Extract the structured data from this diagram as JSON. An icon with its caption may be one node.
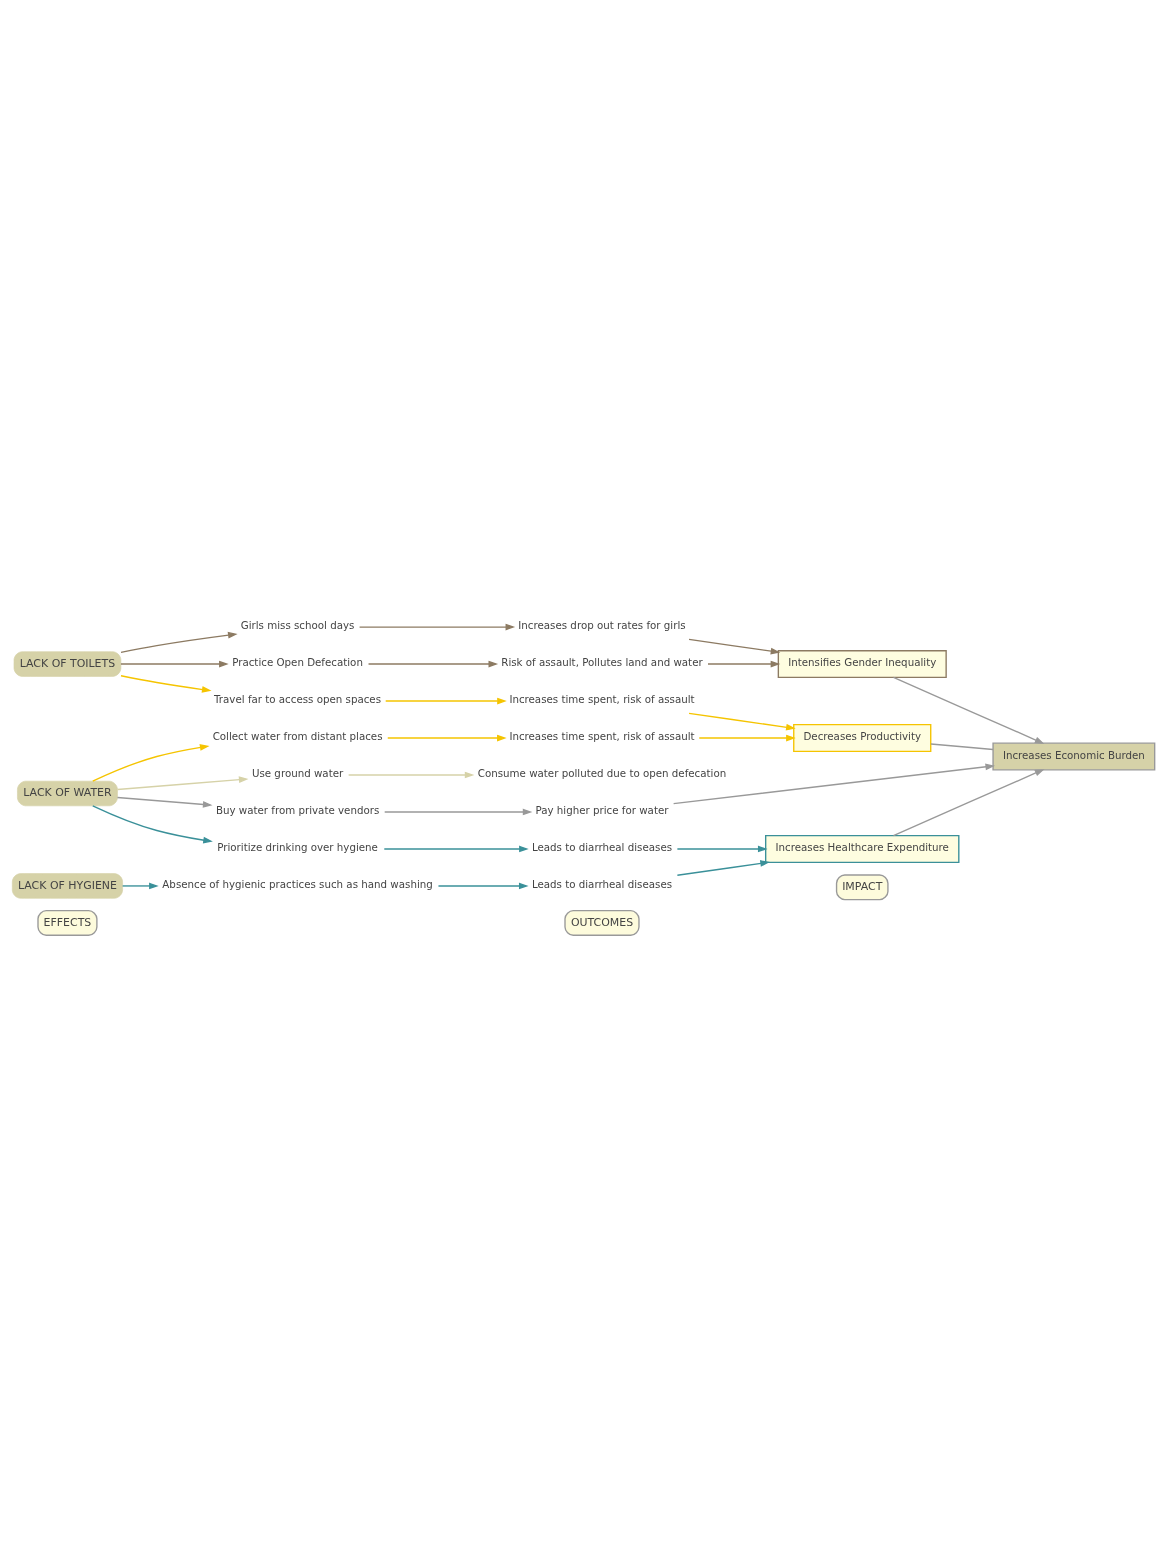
{
  "diagram": {
    "nodes": [
      {
        "text": [
          "EFFECTS"
        ]
      },
      {
        "text": [
          "OUTCOMES"
        ]
      },
      {
        "text": [
          "IMPACT"
        ]
      },
      {
        "text": [
          "LACK OF TOILETS"
        ]
      },
      {
        "text": [
          "LACK OF WATER"
        ]
      },
      {
        "text": [
          "LACK OF HYGIENE"
        ]
      },
      {
        "text": [
          "Practice Open Defecation"
        ]
      },
      {
        "text": [
          "Travel far to access open spaces"
        ]
      },
      {
        "text": [
          "Girls miss school days"
        ]
      },
      {
        "text": [
          "Prioritize drinking over hygiene"
        ]
      },
      {
        "text": [
          "Use ground water"
        ]
      },
      {
        "text": [
          "Buy water from private vendors"
        ]
      },
      {
        "text": [
          "Collect water from distant places"
        ]
      },
      {
        "text": [
          "Absence of hygienic practices such as hand washing"
        ]
      },
      {
        "text": [
          "Risk of assault, Pollutes land and water"
        ]
      },
      {
        "text": [
          "Increases time spent, risk of assault"
        ]
      },
      {
        "text": [
          "Increases drop out rates for girls"
        ]
      },
      {
        "text": [
          "Leads to diarrheal diseases"
        ]
      },
      {
        "text": [
          "Consume water polluted due to open defecation"
        ]
      },
      {
        "text": [
          "Pay higher price for water"
        ]
      },
      {
        "text": [
          "Increases time spent, risk of assault"
        ]
      },
      {
        "text": [
          "Leads to diarrheal diseases"
        ]
      },
      {
        "text": [
          "Intensifies Gender Inequality"
        ]
      },
      {
        "text": [
          "Decreases Productivity"
        ]
      },
      {
        "text": [
          "Increases Healthcare Expenditure"
        ]
      },
      {
        "text": [
          "Increases Economic Burden"
        ]
      }
    ],
    "edges": [
      {
        "from": 3,
        "to": 6,
        "arrow": "to",
        "color": "#8c7a62"
      },
      {
        "from": 3,
        "to": 7,
        "arrow": "to",
        "color": "#f5c400"
      },
      {
        "from": 3,
        "to": 8,
        "arrow": "to",
        "color": "#8c7a62"
      },
      {
        "from": 4,
        "to": 9,
        "arrow": "to",
        "color": "#3a9099"
      },
      {
        "from": 4,
        "to": 10,
        "arrow": "to",
        "color": "#d6d2a8"
      },
      {
        "from": 4,
        "to": 11,
        "arrow": "to",
        "color": "#999999"
      },
      {
        "from": 4,
        "to": 12,
        "arrow": "to",
        "color": "#f5c400"
      },
      {
        "from": 5,
        "to": 13,
        "arrow": "to",
        "color": "#3a9099"
      },
      {
        "from": 6,
        "to": 14,
        "arrow": "to",
        "color": "#8c7a62"
      },
      {
        "from": 7,
        "to": 15,
        "arrow": "to",
        "color": "#f5c400"
      },
      {
        "from": 8,
        "to": 16,
        "arrow": "to",
        "color": "#8c7a62"
      },
      {
        "from": 9,
        "to": 17,
        "arrow": "to",
        "color": "#3a9099"
      },
      {
        "from": 10,
        "to": 18,
        "arrow": "to",
        "color": "#d6d2a8"
      },
      {
        "from": 11,
        "to": 19,
        "arrow": "to",
        "color": "#999999"
      },
      {
        "from": 12,
        "to": 20,
        "arrow": "to",
        "color": "#f5c400"
      },
      {
        "from": 13,
        "to": 21,
        "arrow": "to",
        "color": "#3a9099"
      },
      {
        "from": 14,
        "to": 22,
        "arrow": "to",
        "color": "#8c7a62"
      },
      {
        "from": 15,
        "to": 23,
        "arrow": "to",
        "color": "#f5c400"
      },
      {
        "from": 16,
        "to": 22,
        "arrow": "to",
        "color": "#8c7a62"
      },
      {
        "from": 17,
        "to": 24,
        "arrow": "to",
        "color": "#3a9099"
      },
      {
        "from": 19,
        "to": 25,
        "arrow": "to",
        "color": "#999999"
      },
      {
        "from": 20,
        "to": 23,
        "arrow": "to",
        "color": "#f5c400"
      },
      {
        "from": 21,
        "to": 24,
        "arrow": "to",
        "color": "#3a9099"
      },
      {
        "from": 22,
        "to": 25,
        "arrow": "to",
        "color": "#999999"
      },
      {
        "from": 23,
        "to": 25,
        "arrow": "none",
        "color": "#999999"
      },
      {
        "from": 24,
        "to": 25,
        "arrow": "to",
        "color": "#999999"
      }
    ]
  }
}
